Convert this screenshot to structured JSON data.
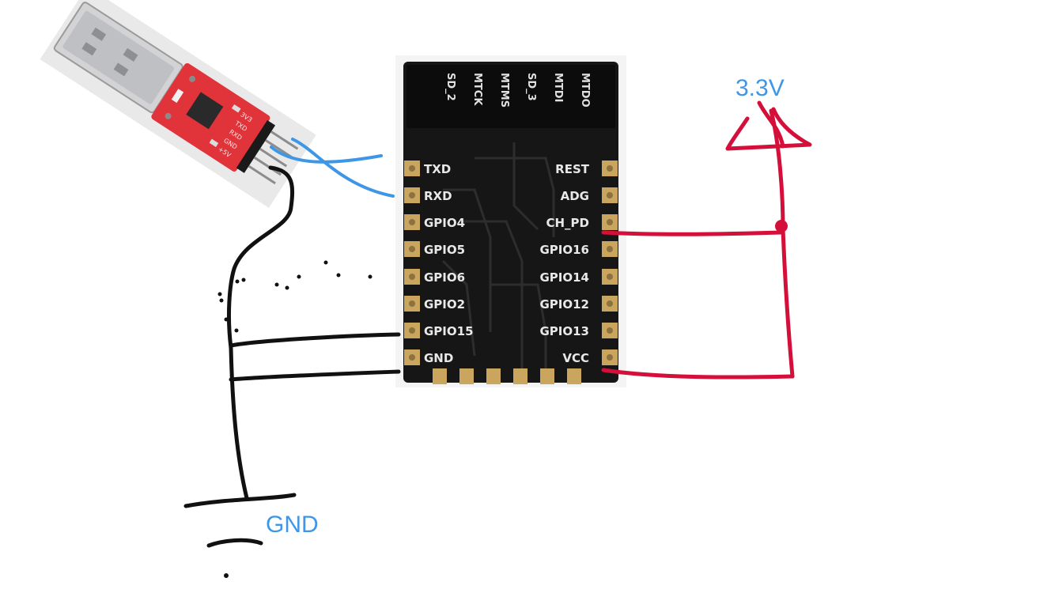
{
  "annotations": {
    "vcc_label": "3.3V",
    "gnd_label": "GND"
  },
  "module": {
    "top_labels": [
      "SD_2",
      "MTCK",
      "MTMS",
      "SD_3",
      "MTDI",
      "MTDO"
    ],
    "left_pins": [
      "TXD",
      "RXD",
      "GPIO4",
      "GPIO5",
      "GPIO6",
      "GPIO2",
      "GPIO15",
      "GND"
    ],
    "right_pins": [
      "REST",
      "ADG",
      "CH_PD",
      "GPIO16",
      "GPIO14",
      "GPIO12",
      "GPIO13",
      "VCC"
    ]
  },
  "usb_adapter": {
    "pin_labels": [
      "3V3",
      "TXD",
      "RXD",
      "GND",
      "+5V"
    ]
  },
  "colors": {
    "annotation_blue": "#3d97e6",
    "wire_red": "#d4103a",
    "wire_black": "#111111",
    "wire_blue": "#3d97e6",
    "module_black": "#161616",
    "pad_gold": "#c9a55e",
    "usb_pcb_red": "#e0333a"
  }
}
